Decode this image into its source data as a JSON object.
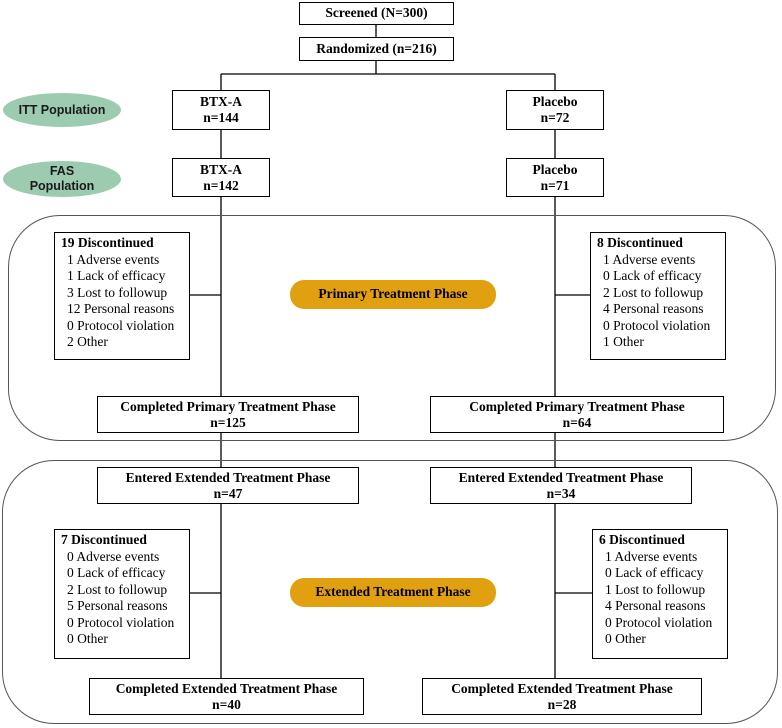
{
  "flow": {
    "screened": "Screened (N=300)",
    "randomized": "Randomized (n=216)",
    "itt_label": [
      "ITT Population"
    ],
    "fas_label": [
      "FAS",
      "Population"
    ],
    "btxa_itt": {
      "name": "BTX-A",
      "n": "n=144"
    },
    "placebo_itt": {
      "name": "Placebo",
      "n": "n=72"
    },
    "btxa_fas": {
      "name": "BTX-A",
      "n": "n=142"
    },
    "placebo_fas": {
      "name": "Placebo",
      "n": "n=71"
    },
    "primary_phase_label": "Primary Treatment Phase",
    "extended_phase_label": "Extended Treatment Phase",
    "btxa_primary_disc": {
      "title": "19 Discontinued",
      "items": [
        "1 Adverse events",
        "1 Lack of efficacy",
        "3 Lost to followup",
        "12 Personal reasons",
        "0 Protocol violation",
        "2 Other"
      ]
    },
    "placebo_primary_disc": {
      "title": "8 Discontinued",
      "items": [
        "1 Adverse events",
        "0 Lack of efficacy",
        "2 Lost to followup",
        "4 Personal reasons",
        "0 Protocol violation",
        "1 Other"
      ]
    },
    "btxa_primary_completed": {
      "name": "Completed Primary Treatment Phase",
      "n": "n=125"
    },
    "placebo_primary_completed": {
      "name": "Completed Primary Treatment Phase",
      "n": "n=64"
    },
    "btxa_ext_entered": {
      "name": "Entered Extended Treatment Phase",
      "n": "n=47"
    },
    "placebo_ext_entered": {
      "name": "Entered Extended Treatment Phase",
      "n": "n=34"
    },
    "btxa_ext_disc": {
      "title": "7 Discontinued",
      "items": [
        "0 Adverse events",
        "0 Lack of efficacy",
        "2 Lost to followup",
        "5 Personal reasons",
        "0 Protocol violation",
        "0 Other"
      ]
    },
    "placebo_ext_disc": {
      "title": "6 Discontinued",
      "items": [
        "1 Adverse events",
        "0 Lack of efficacy",
        "1 Lost to followup",
        "4 Personal reasons",
        "0 Protocol violation",
        "0 Other"
      ]
    },
    "btxa_ext_completed": {
      "name": "Completed Extended Treatment Phase",
      "n": "n=40"
    },
    "placebo_ext_completed": {
      "name": "Completed Extended Treatment Phase",
      "n": "n=28"
    }
  },
  "colors": {
    "population_oval": "#9ccbb0",
    "phase_pill": "#e1a010",
    "phase_frame": "#555555"
  }
}
